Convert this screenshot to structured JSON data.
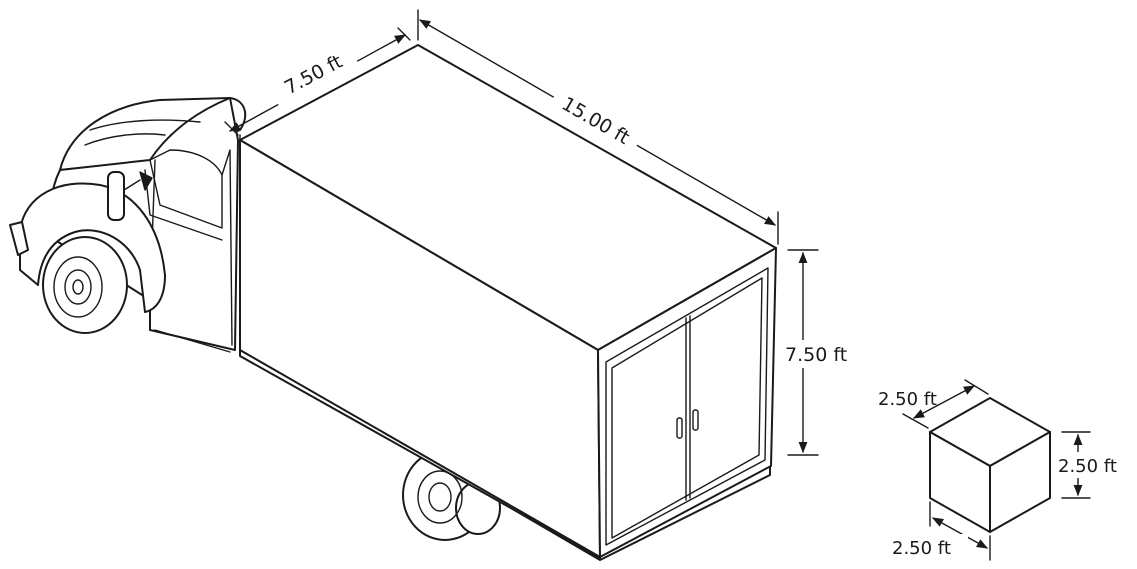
{
  "truck": {
    "width_label": "7.50 ft",
    "length_label": "15.00 ft",
    "height_label": "7.50 ft"
  },
  "box": {
    "depth_label": "2.50 ft",
    "height_label": "2.50 ft",
    "width_label": "2.50 ft"
  },
  "colors": {
    "ink": "#1a1a1a",
    "background": "#ffffff"
  }
}
